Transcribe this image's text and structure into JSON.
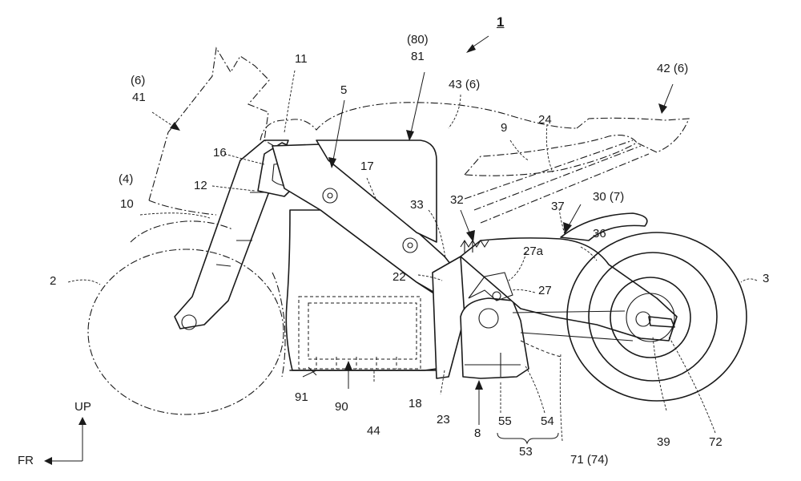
{
  "labels": {
    "l1": "1",
    "l80": "(80)",
    "l81": "81",
    "l6a": "(6)",
    "l41": "41",
    "l11": "11",
    "l5": "5",
    "l43": "43 (6)",
    "l42": "42 (6)",
    "l9": "9",
    "l24": "24",
    "l16": "16",
    "l17": "17",
    "l4": "(4)",
    "l10": "10",
    "l12": "12",
    "l33": "33",
    "l32": "32",
    "l30": "30 (7)",
    "l37": "37",
    "l36": "36",
    "l27a": "27a",
    "l27": "27",
    "l22": "22",
    "l2": "2",
    "l3": "3",
    "l18": "18",
    "l23": "23",
    "l8": "8",
    "l55": "55",
    "l54": "54",
    "l53": "53",
    "l91": "91",
    "l90": "90",
    "l44": "44",
    "l71": "71 (74)",
    "l39": "39",
    "l72": "72",
    "up": "UP",
    "fr": "FR"
  }
}
